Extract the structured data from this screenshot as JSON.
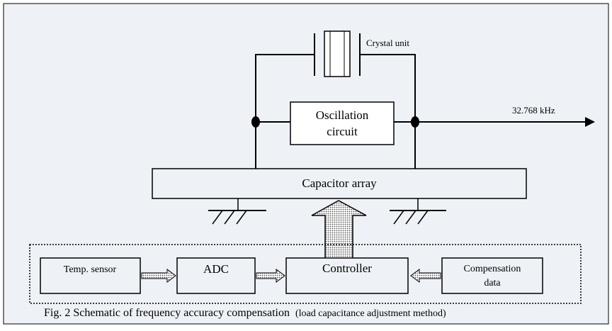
{
  "diagram": {
    "background_color": "#eef2f7",
    "crystal_label": "Crystal unit",
    "output_frequency": "32.768 kHz",
    "oscillation_circuit": [
      "Oscillation",
      "circuit"
    ],
    "capacitor_array": "Capacitor array",
    "temp_sensor": "Temp. sensor",
    "adc": "ADC",
    "controller": "Controller",
    "compensation_data": [
      "Compensation",
      "data"
    ],
    "caption": {
      "main": "Fig. 2 Schematic of frequency accuracy compensation",
      "sub": "(load capacitance adjustment method)"
    }
  }
}
